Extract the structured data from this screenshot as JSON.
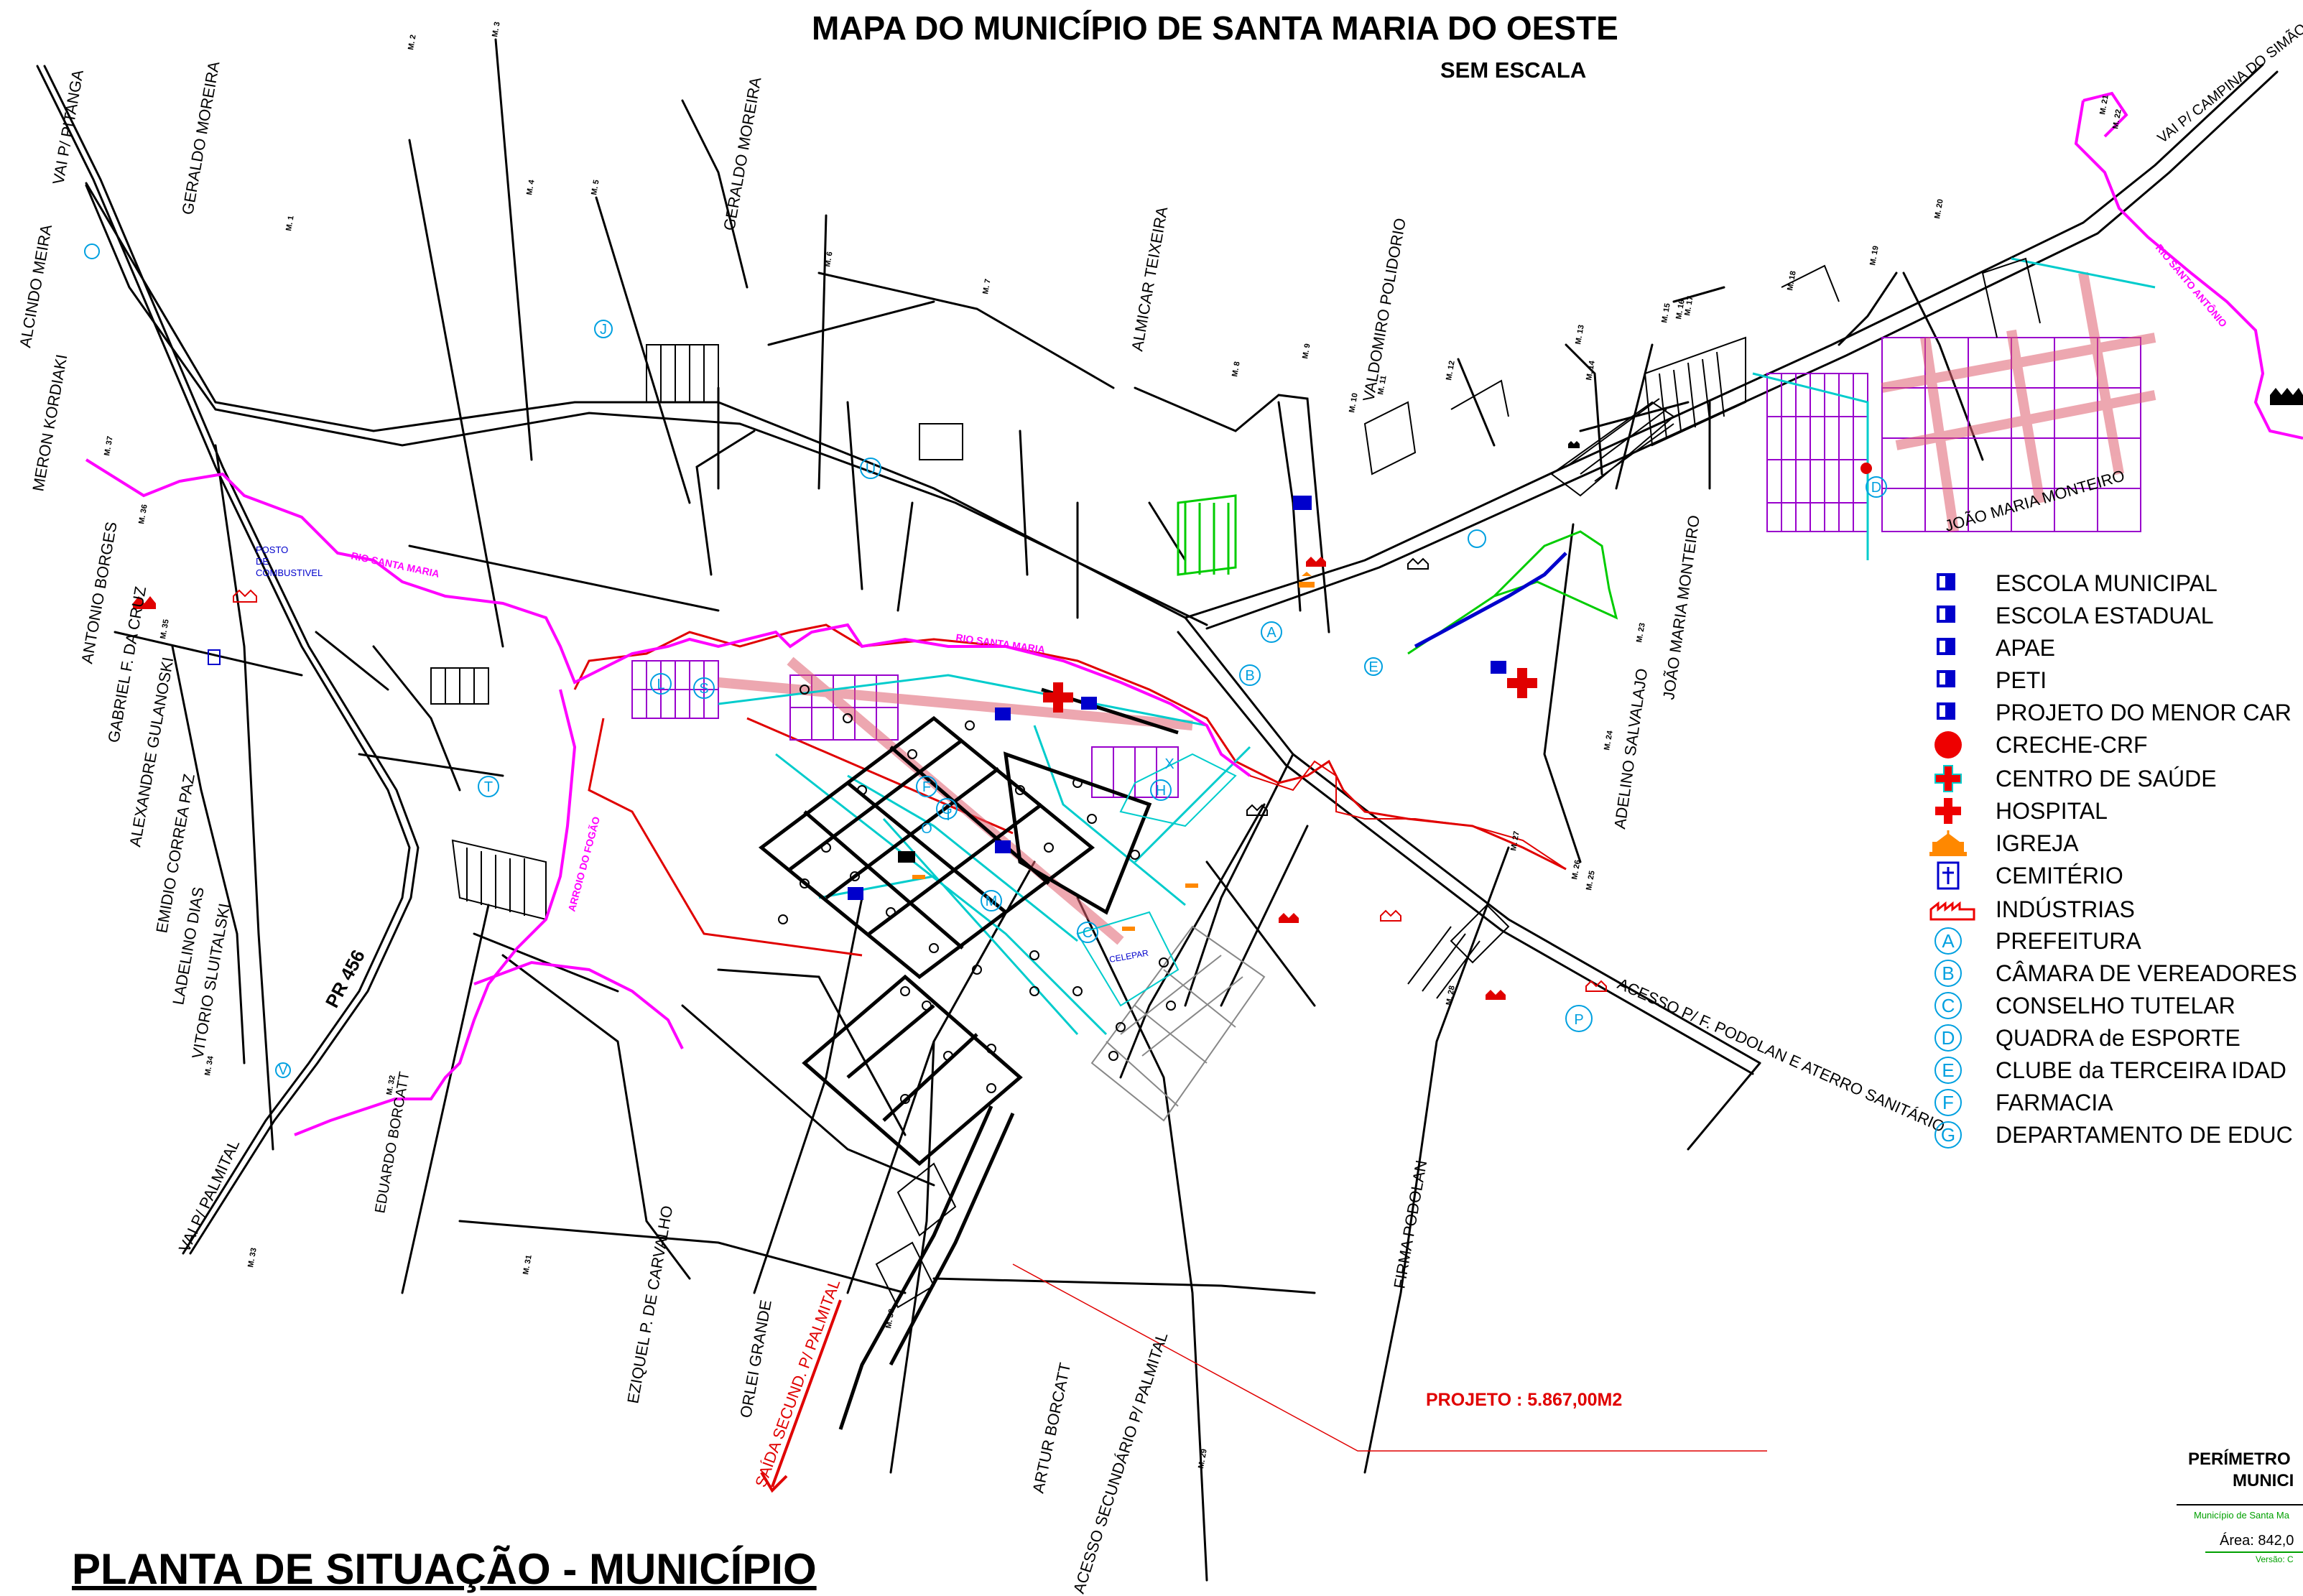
{
  "title": "MAPA DO MUNICÍPIO DE SANTA MARIA DO OESTE",
  "subtitle": "SEM ESCALA",
  "plant_title": "PLANTA DE SITUAÇÃO - MUNICÍPIO",
  "project_label": "PROJETO : 5.867,00M2",
  "colors": {
    "road": "#000000",
    "river": "#ff00ff",
    "urban_outline": "#e00000",
    "block_fill": "#c8c8c8",
    "lots_cyan": "#00cccc",
    "lots_purple": "#9900cc",
    "park_green": "#00cc00",
    "building_blue": "#0000cc",
    "legend_cyan": "#00b4d8"
  },
  "rivers": [
    {
      "label": "RIO SANTA MARIA"
    },
    {
      "label": "RIO SANTA MARIA"
    },
    {
      "label": "ARROIO DO FOGÃO"
    },
    {
      "label": "RIO SANTO ANTÔNIO"
    }
  ],
  "poi_labels": {
    "posto": "POSTO\nDE\nCOMBUSTIVEL",
    "celepar": "CELEPAR"
  },
  "roads": [
    {
      "label": "VAI P/ PITANGA"
    },
    {
      "label": "ALCINDO MEIRA"
    },
    {
      "label": "GERALDO MOREIRA"
    },
    {
      "label": "GERALDO MOREIRA"
    },
    {
      "label": "MERON KORDIAKI"
    },
    {
      "label": "ANTONIO BORGES"
    },
    {
      "label": "GABRIEL F. DA CRUZ"
    },
    {
      "label": "ALEXANDRE GULANOSKI"
    },
    {
      "label": "EMIDIO CORREA PAZ"
    },
    {
      "label": "LADELINO DIAS"
    },
    {
      "label": "VITORIO SLUITALSKI"
    },
    {
      "label": "PR 456"
    },
    {
      "label": "VAI P/ PALMITAL"
    },
    {
      "label": "EDUARDO BORCATT"
    },
    {
      "label": "EZIQUEL P. DE CARVALHO"
    },
    {
      "label": "ORLEI GRANDE"
    },
    {
      "label": "SAÍDA SECUND. P/ PALMITAL"
    },
    {
      "label": "ARTUR BORCATT"
    },
    {
      "label": "ACESSO SECUNDÁRIO P/ PALMITAL"
    },
    {
      "label": "FIRMA PODOLAN"
    },
    {
      "label": "ACESSO P/ F. PODOLAN E ATERRO SANITÁRIO"
    },
    {
      "label": "ADELINO SALVALAJO"
    },
    {
      "label": "JOÃO MARIA MONTEIRO"
    },
    {
      "label": "JOÃO MARIA MONTEIRO"
    },
    {
      "label": "VALDOMIRO POLIDORIO"
    },
    {
      "label": "ALMICAR TEIXEIRA"
    },
    {
      "label": "VAI P/ CAMPINA DO SIMÃO"
    }
  ],
  "milestones": [
    "M. 1",
    "M. 2",
    "M. 3",
    "M. 4",
    "M. 5",
    "M. 6",
    "M. 7",
    "M. 8",
    "M. 9",
    "M. 10",
    "M. 11",
    "M. 12",
    "M. 13",
    "M. 14",
    "M. 15",
    "M. 16",
    "M. 17",
    "M. 18",
    "M. 19",
    "M. 20",
    "M. 21",
    "M. 22",
    "M. 23",
    "M. 24",
    "M. 25",
    "M. 26",
    "M. 27",
    "M. 28",
    "M. 29",
    "M. 30",
    "M. 31",
    "M. 32",
    "M. 33",
    "M. 34",
    "M. 35",
    "M. 36",
    "M. 37"
  ],
  "map_letters": [
    "A",
    "B",
    "C",
    "D",
    "E",
    "F",
    "G",
    "H",
    "I",
    "J",
    "L",
    "M",
    "O",
    "P",
    "S",
    "T",
    "U",
    "V",
    "X"
  ],
  "legend": [
    {
      "symbol": "book-icon",
      "label": "ESCOLA MUNICIPAL"
    },
    {
      "symbol": "book-icon",
      "label": "ESCOLA ESTADUAL"
    },
    {
      "symbol": "book-icon",
      "label": "APAE"
    },
    {
      "symbol": "book-icon",
      "label": "PETI"
    },
    {
      "symbol": "book-icon",
      "label": "PROJETO DO MENOR CAR"
    },
    {
      "symbol": "red-dot-icon",
      "label": "CRECHE-CRF"
    },
    {
      "symbol": "health-cross-icon",
      "label": "CENTRO DE SAÚDE"
    },
    {
      "symbol": "red-cross-icon",
      "label": "HOSPITAL"
    },
    {
      "symbol": "church-icon",
      "label": "IGREJA"
    },
    {
      "symbol": "cemetery-icon",
      "label": "CEMITÉRIO"
    },
    {
      "symbol": "factory-icon",
      "label": "INDÚSTRIAS"
    },
    {
      "symbol": "letter-A",
      "label": "PREFEITURA"
    },
    {
      "symbol": "letter-B",
      "label": "CÂMARA DE VEREADORES"
    },
    {
      "symbol": "letter-C",
      "label": "CONSELHO TUTELAR"
    },
    {
      "symbol": "letter-D",
      "label": "QUADRA de ESPORTE"
    },
    {
      "symbol": "letter-E",
      "label": " CLUBE da TERCEIRA IDAD"
    },
    {
      "symbol": "letter-F",
      "label": "FARMACIA"
    },
    {
      "symbol": "letter-G",
      "label": "DEPARTAMENTO DE EDUC"
    }
  ],
  "perimeter": {
    "title1": "PERÍMETRO",
    "title2": "MUNICI",
    "source": "Município de Santa Ma",
    "area": "Área: 842,0",
    "version": "Versão: C"
  }
}
